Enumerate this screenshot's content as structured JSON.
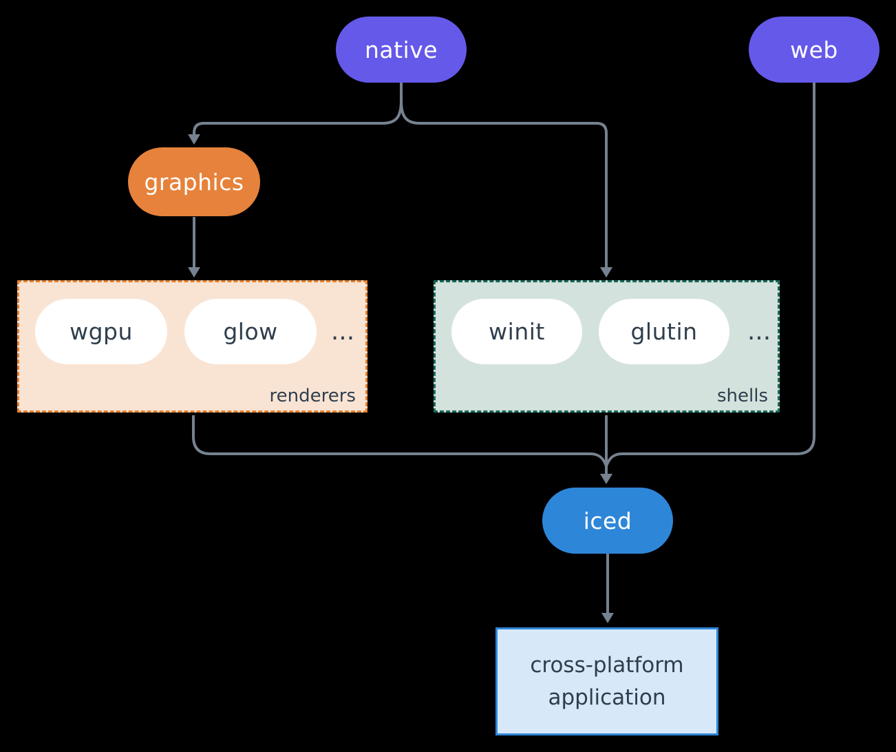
{
  "nodes": {
    "native": {
      "label": "native"
    },
    "web": {
      "label": "web"
    },
    "graphics": {
      "label": "graphics"
    },
    "iced": {
      "label": "iced"
    },
    "application": {
      "label": "cross-platform application"
    }
  },
  "groups": {
    "renderers": {
      "label": "renderers",
      "items": [
        "wgpu",
        "glow"
      ],
      "ellipsis": "..."
    },
    "shells": {
      "label": "shells",
      "items": [
        "winit",
        "glutin"
      ],
      "ellipsis": "..."
    }
  },
  "edges": [
    {
      "from": "native",
      "to": "graphics"
    },
    {
      "from": "native",
      "to": "shells"
    },
    {
      "from": "graphics",
      "to": "renderers"
    },
    {
      "from": "renderers",
      "to": "iced"
    },
    {
      "from": "shells",
      "to": "iced"
    },
    {
      "from": "web",
      "to": "iced"
    },
    {
      "from": "iced",
      "to": "application"
    }
  ],
  "colors": {
    "node-purple": "#6559E9",
    "node-orange": "#E6823B",
    "node-blue": "#2E86D8",
    "renderers-bg": "#F9E4D4",
    "renderers-border": "#E8822E",
    "shells-bg": "#D4E2DD",
    "shells-border": "#17695C",
    "app-bg": "#D7E8F8",
    "app-border": "#2E86D8",
    "connector": "#76828F",
    "dark-text": "#2F3E4D",
    "white-text": "#FFFFFF",
    "background": "#000000"
  }
}
